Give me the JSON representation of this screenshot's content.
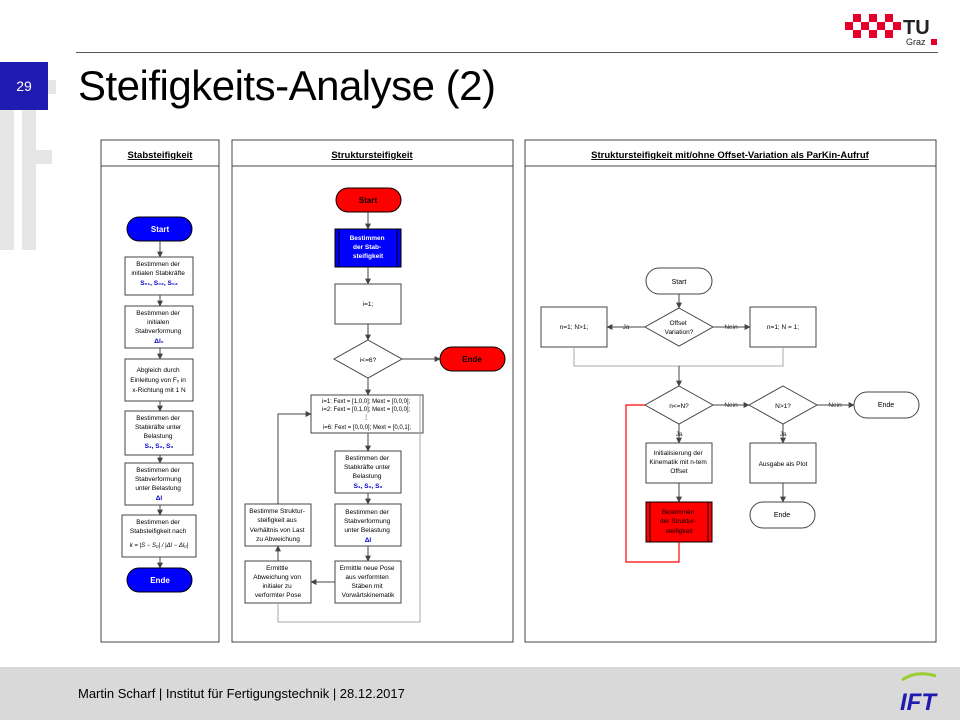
{
  "header": {
    "slide_number": "29",
    "title": "Steifigkeits-Analyse (2)",
    "logo_tu": "TU",
    "logo_graz": "Graz",
    "logo_ift": "IFT"
  },
  "footer": {
    "text": "Martin Scharf | Institut für Fertigungstechnik | 28.12.2017"
  },
  "lane1": {
    "title": "Stabsteifigkeit",
    "start": "Start",
    "box1": [
      "Bestimmen der",
      "initialen Stabkräfte",
      "S₀₁, S₀₂, S₀₃"
    ],
    "box2": [
      "Bestimmen der",
      "initialen",
      "Stabverformung",
      "Δl₀"
    ],
    "box3": [
      "Abgleich durch",
      "Einleitung von Fₓ in",
      "x-Richtung mit 1 N"
    ],
    "box4": [
      "Bestimmen der",
      "Stabkräfte unter",
      "Belastung",
      "S₁, S₂, S₃"
    ],
    "box5": [
      "Bestimmen der",
      "Stabverformung",
      "unter Belastung",
      "Δl"
    ],
    "box6": [
      "Bestimmen der",
      "Stabsteifigkeit nach",
      "k = |S − S₀| / |Δl − Δl₀|"
    ],
    "end": "Ende"
  },
  "lane2": {
    "title": "Struktursteifigkeit",
    "start": "Start",
    "box_bs": [
      "Bestimmen",
      "der Stab-",
      "steifigkeit"
    ],
    "box_i": "i=1;",
    "decision": "i<=6?",
    "end": "Ende",
    "fext": [
      "i=1: Fext = [1,0,0]; Mext = [0,0,0];",
      "i=2: Fext = [0,1,0]; Mext = [0,0,0];",
      "⋮",
      "i=6: Fext = [0,0,0]; Mext = [0,0,1];"
    ],
    "box_st": [
      "Bestimmen der",
      "Stabkräfte unter",
      "Belastung",
      "S₁, S₂, S₃"
    ],
    "box_sv": [
      "Bestimmen der",
      "Stabverformung",
      "unter Belastung",
      "Δl"
    ],
    "box_pose": [
      "Ermittle neue Pose",
      "aus verformten",
      "Stäben mit",
      "Vorwärtskinematik"
    ],
    "box_abw": [
      "Ermittle",
      "Abweichung von",
      "initialer zu",
      "verformter Pose"
    ],
    "box_last": [
      "Bestimme Struktur-",
      "steifigkeit aus",
      "Verhältnis von Last",
      "zu Abweichung"
    ]
  },
  "lane3": {
    "title": "Struktursteifigkeit mit/ohne Offset-Variation als ParKin-Aufruf",
    "start": "Start",
    "decision1": [
      "Offset",
      "Variation?"
    ],
    "ja": "Ja",
    "nein": "Nein",
    "box_left": "n=1; N>1;",
    "box_right": "n=1; N = 1;",
    "decision2": "n<=N?",
    "decision3": "N>1?",
    "end1": "Ende",
    "box_init": [
      "Initialisierung der",
      "Kinematik mit n-tem",
      "Offset"
    ],
    "box_plot": "Ausgabe als Plot",
    "end2": "Ende",
    "box_red": [
      "Bestimmen",
      "der Struktur-",
      "steifigkeit"
    ]
  }
}
